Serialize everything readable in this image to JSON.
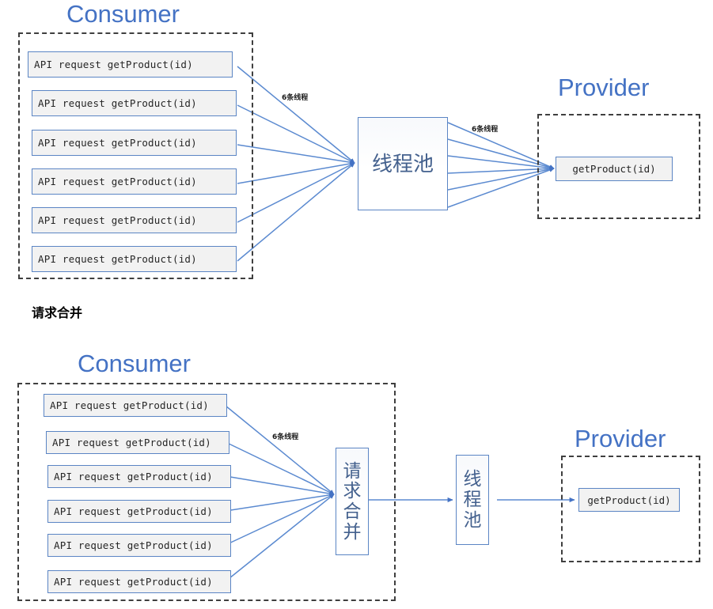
{
  "diagram": {
    "caption_middle": "请求合并",
    "edge_label_threads": "6条线程",
    "top": {
      "consumer_title": "Consumer",
      "provider_title": "Provider",
      "requests": [
        "API request getProduct(id)",
        "API request getProduct(id)",
        "API request getProduct(id)",
        "API request getProduct(id)",
        "API request getProduct(id)",
        "API request getProduct(id)"
      ],
      "thread_pool_label": "线程池",
      "provider_method": "getProduct(id)",
      "label_consumer_to_pool": "6条线程",
      "label_pool_to_provider": "6条线程"
    },
    "bottom": {
      "consumer_title": "Consumer",
      "provider_title": "Provider",
      "requests": [
        "API request getProduct(id)",
        "API request getProduct(id)",
        "API request getProduct(id)",
        "API request getProduct(id)",
        "API request getProduct(id)",
        "API request getProduct(id)"
      ],
      "merge_label": "请求\n合并",
      "thread_pool_label": "线程\n池",
      "provider_method": "getProduct(id)",
      "label_consumer_to_merge": "6条线程"
    }
  },
  "colors": {
    "title_blue": "#4472C4",
    "box_border_blue": "#5B85C4",
    "arrow_blue": "#5B8AD0",
    "box_fill_gray": "#F2F2F2",
    "dash_gray": "#3F3F3F",
    "proc_text_blue": "#44618E"
  }
}
